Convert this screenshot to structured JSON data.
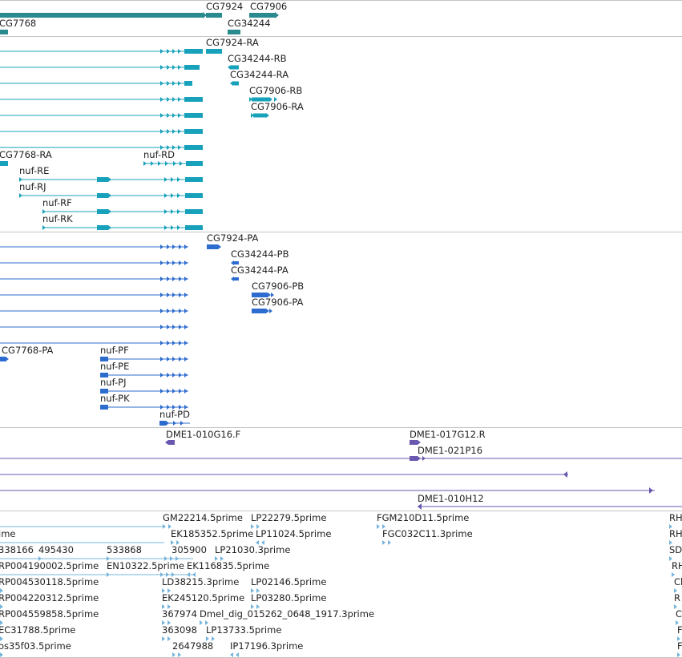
{
  "colors": {
    "gene": "#2a8a8e",
    "transcript_rna": "#17a1ba",
    "transcript_protein": "#2d6ccf",
    "clone": "#6a57b0",
    "est": "#74b4dc",
    "separator": "#c4c4c4"
  },
  "tracks": {
    "genes": [
      {
        "id": "g1",
        "label": "CG7924"
      },
      {
        "id": "g2",
        "label": "CG7906"
      },
      {
        "id": "g3",
        "label": "CG7768"
      },
      {
        "id": "g4",
        "label": "CG34244"
      }
    ],
    "transcripts": [
      {
        "id": "t1",
        "label": "CG7924-RA"
      },
      {
        "id": "t2",
        "label": "CG34244-RB"
      },
      {
        "id": "t3",
        "label": "CG34244-RA"
      },
      {
        "id": "t4",
        "label": "CG7906-RB"
      },
      {
        "id": "t5",
        "label": "CG7906-RA"
      },
      {
        "id": "t6",
        "label": "CG7768-RA"
      },
      {
        "id": "t7",
        "label": "nuf-RD"
      },
      {
        "id": "t8",
        "label": "nuf-RE"
      },
      {
        "id": "t9",
        "label": "nuf-RJ"
      },
      {
        "id": "t10",
        "label": "nuf-RF"
      },
      {
        "id": "t11",
        "label": "nuf-RK"
      }
    ],
    "proteins": [
      {
        "id": "p1",
        "label": "CG7924-PA"
      },
      {
        "id": "p2",
        "label": "CG34244-PB"
      },
      {
        "id": "p3",
        "label": "CG34244-PA"
      },
      {
        "id": "p4",
        "label": "CG7906-PB"
      },
      {
        "id": "p5",
        "label": "CG7906-PA"
      },
      {
        "id": "p6",
        "label": "CG7768-PA"
      },
      {
        "id": "p7",
        "label": "nuf-PF"
      },
      {
        "id": "p8",
        "label": "nuf-PE"
      },
      {
        "id": "p9",
        "label": "nuf-PJ"
      },
      {
        "id": "p10",
        "label": "nuf-PK"
      },
      {
        "id": "p11",
        "label": "nuf-PD"
      }
    ],
    "clones": [
      {
        "id": "c1",
        "label": "DME1-010G16.F"
      },
      {
        "id": "c2",
        "label": "DME1-017G12.R"
      },
      {
        "id": "c3",
        "label": "DME1-021P16"
      },
      {
        "id": "c4",
        "label": "DME1-010H12"
      }
    ],
    "ests": [
      {
        "id": "e1",
        "label": "GM22214.5prime"
      },
      {
        "id": "e2",
        "label": "LP22279.5prime"
      },
      {
        "id": "e3",
        "label": "FGM210D11.5prime"
      },
      {
        "id": "e4",
        "label": "RH"
      },
      {
        "id": "e5",
        "label": "ime"
      },
      {
        "id": "e6",
        "label": "EK185352.5prime"
      },
      {
        "id": "e7",
        "label": "LP11024.5prime"
      },
      {
        "id": "e8",
        "label": "FGC032C11.3prime"
      },
      {
        "id": "e9",
        "label": "RH"
      },
      {
        "id": "e10",
        "label": "338166"
      },
      {
        "id": "e11",
        "label": "495430"
      },
      {
        "id": "e12",
        "label": "533868"
      },
      {
        "id": "e13",
        "label": "305900"
      },
      {
        "id": "e14",
        "label": "LP21030.3prime"
      },
      {
        "id": "e15",
        "label": "SD"
      },
      {
        "id": "e16",
        "label": "RP004190002.5prime"
      },
      {
        "id": "e17",
        "label": "EN10322.5prime"
      },
      {
        "id": "e18",
        "label": "EK116835.5prime"
      },
      {
        "id": "e19",
        "label": "RH"
      },
      {
        "id": "e20",
        "label": "RP004530118.5prime"
      },
      {
        "id": "e21",
        "label": "LD38215.3prime"
      },
      {
        "id": "e22",
        "label": "LP02146.5prime"
      },
      {
        "id": "e23",
        "label": "Cl"
      },
      {
        "id": "e24",
        "label": "RP004220312.5prime"
      },
      {
        "id": "e25",
        "label": "EK245120.5prime"
      },
      {
        "id": "e26",
        "label": "LP03280.5prime"
      },
      {
        "id": "e27",
        "label": "R"
      },
      {
        "id": "e28",
        "label": "RP004559858.5prime"
      },
      {
        "id": "e29",
        "label": "367974"
      },
      {
        "id": "e30",
        "label": "Dmel_dig_015262_0648_1917.3prime"
      },
      {
        "id": "e31",
        "label": "C"
      },
      {
        "id": "e32",
        "label": "EC31788.5prime"
      },
      {
        "id": "e33",
        "label": "363098"
      },
      {
        "id": "e34",
        "label": "LP13733.5prime"
      },
      {
        "id": "e35",
        "label": "F"
      },
      {
        "id": "e36",
        "label": "os35f03.5prime"
      },
      {
        "id": "e37",
        "label": "2647988"
      },
      {
        "id": "e38",
        "label": "IP17196.3prime"
      },
      {
        "id": "e39",
        "label": "F"
      }
    ]
  }
}
